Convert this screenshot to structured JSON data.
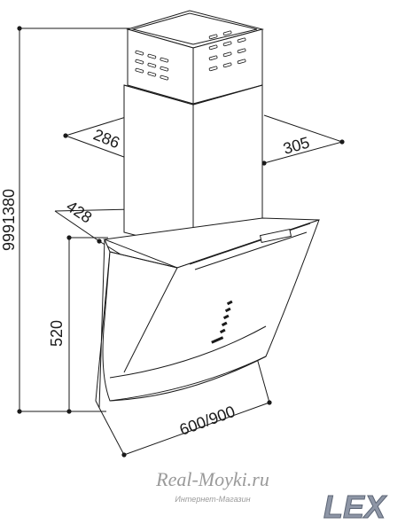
{
  "dimensions": {
    "total_height": "9991380",
    "hood_height": "520",
    "chimney_depth": "286",
    "chimney_width": "305",
    "hood_depth": "428",
    "hood_width": "600/900"
  },
  "watermark": {
    "site": "Real-Moyki.ru",
    "subtitle": "Интернет-Магазин"
  },
  "logo": {
    "brand": "LEX"
  },
  "icons": [
    "cooker-hood-drawing",
    "lex-logo"
  ],
  "colors": {
    "line": "#1a1a1a",
    "watermark": "#9a9a9a",
    "logo": "#8e96a6"
  }
}
